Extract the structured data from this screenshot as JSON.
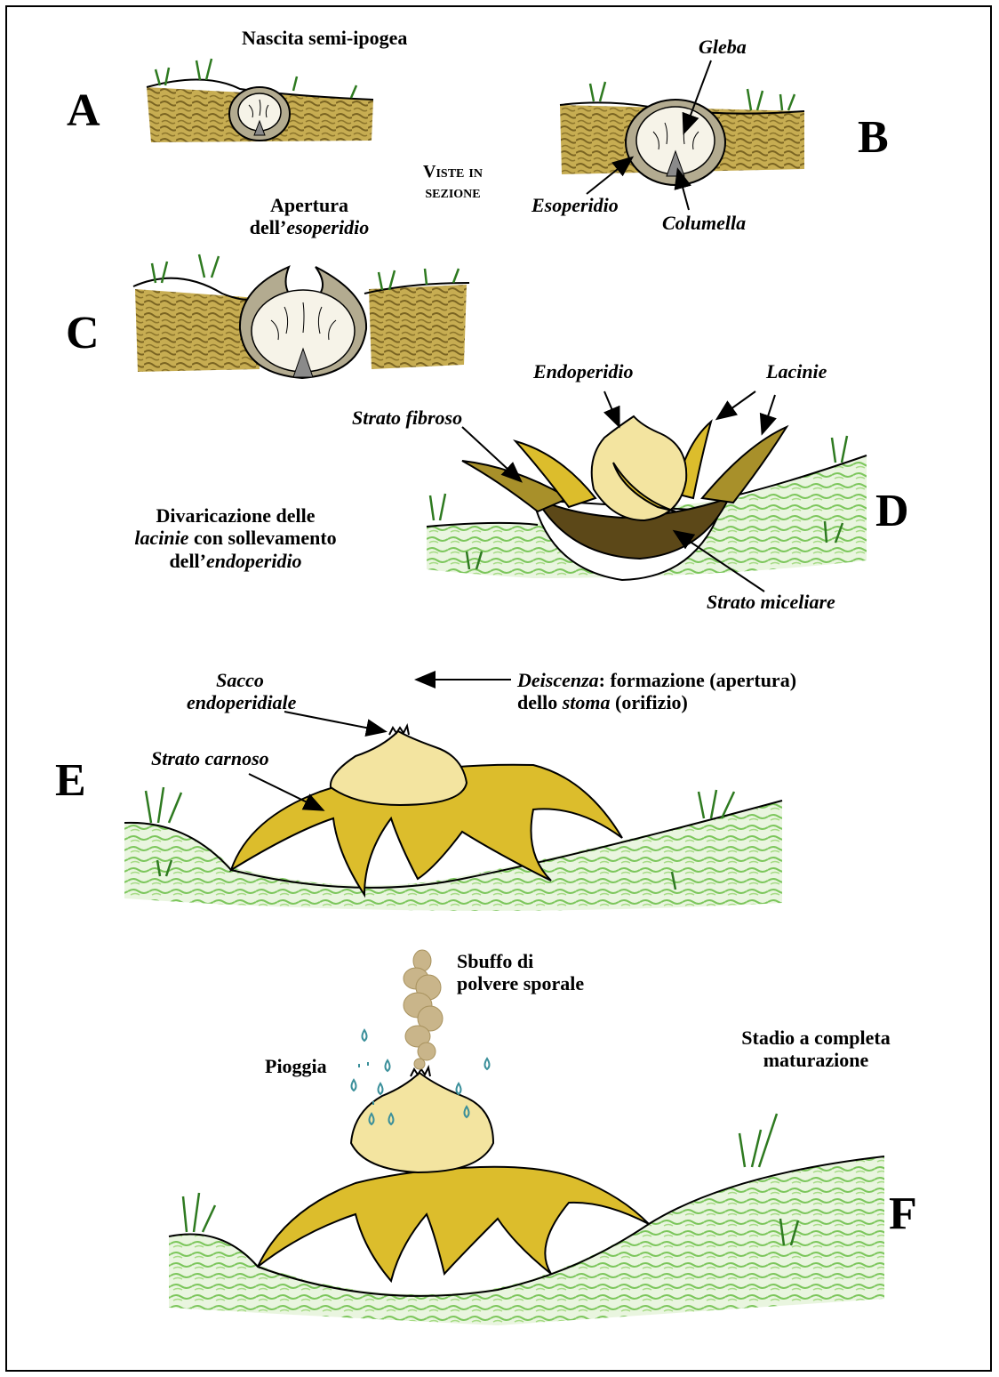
{
  "panels": {
    "A": {
      "letter": "A",
      "title": "Nascita semi-ipogea"
    },
    "B": {
      "letter": "B",
      "gleba": "Gleba",
      "esoperidio": "Esoperidio",
      "columella": "Columella"
    },
    "sections_note": {
      "line1": "Viste in",
      "line2": "sezione"
    },
    "C": {
      "letter": "C",
      "title_line1": "Apertura",
      "title_line2_a": "dell’",
      "title_line2_b": "esoperidio"
    },
    "D": {
      "letter": "D",
      "endoperidio": "Endoperidio",
      "lacinie": "Lacinie",
      "strato_fibroso": "Strato fibroso",
      "strato_miceliare": "Strato miceliare",
      "caption_line1": "Divaricazione delle",
      "caption_line2_a": "lacinie",
      "caption_line2_b": " con sollevamento",
      "caption_line3_a": "dell’",
      "caption_line3_b": "endoperidio"
    },
    "E": {
      "letter": "E",
      "sacco_line1": "Sacco",
      "sacco_line2": "endoperidiale",
      "strato_carnoso": "Strato carnoso",
      "deiscenza_a": "Deiscenza",
      "deiscenza_b": ": formazione (apertura)",
      "deiscenza_line2_a": "dello ",
      "deiscenza_line2_b": "stoma",
      "deiscenza_line2_c": " (orifizio)"
    },
    "F": {
      "letter": "F",
      "sbuffo_line1": "Sbuffo di",
      "sbuffo_line2": "polvere sporale",
      "pioggia": "Pioggia",
      "stadio_line1": "Stadio a completa",
      "stadio_line2": "maturazione"
    }
  },
  "colors": {
    "soil": "#b69a3c",
    "soil_dark": "#6e5a1c",
    "grass": "#5fb84a",
    "peridium": "#b3ab90",
    "gleba": "#f6f3e8",
    "endoperidio": "#f3e4a0",
    "strato_carnoso": "#dcbd2c",
    "strato_fibroso": "#a8902a",
    "strato_miceliare": "#5c4818",
    "columella": "#8a8a8a",
    "spores": "#c9b58a",
    "rain": "#3a8f9a"
  }
}
